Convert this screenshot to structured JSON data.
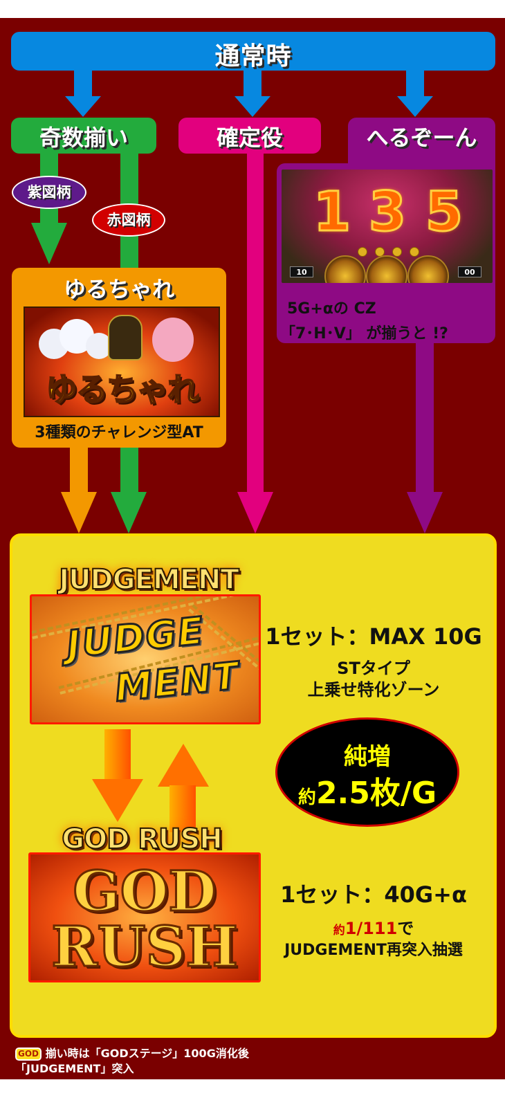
{
  "colors": {
    "background": "#7a0000",
    "normal": "#0788e0",
    "odd": "#23ab3d",
    "fixed": "#e2007e",
    "hell": "#8e0a84",
    "yuruchare": "#f39800",
    "main": "#efdc20",
    "main_border": "#ffdd00"
  },
  "normal": {
    "title": "通常時"
  },
  "categories": {
    "odd": {
      "title": "奇数揃い"
    },
    "fixed": {
      "title": "確定役"
    },
    "hell": {
      "title": "へるぞーん"
    }
  },
  "badges": {
    "purple": "紫図柄",
    "red": "赤図柄"
  },
  "hell_zone": {
    "reel": [
      "1",
      "3",
      "5"
    ],
    "counter_left": "10",
    "counter_right": "00",
    "line1": "5G+αの CZ",
    "line2": "「7･H･V」 が揃うと !?"
  },
  "yuruchare": {
    "title": "ゆるちゃれ",
    "logo": "ゆるちゃれ",
    "caption": "3種類のチャレンジ型AT"
  },
  "judgement": {
    "title": "JUDGEMENT",
    "logo_line1": "JUDGE",
    "logo_line2": "MENT",
    "set": "1セット：MAX 10G",
    "type": "STタイプ",
    "desc": "上乗せ特化ゾーン"
  },
  "net_gain": {
    "label": "純増",
    "prefix": "約",
    "value": "2.5枚/G"
  },
  "god_rush": {
    "title": "GOD RUSH",
    "logo_line1": "GOD",
    "logo_line2": "RUSH",
    "set": "1セット：40G+α",
    "prob_prefix": "約",
    "prob": "1/111",
    "prob_suffix": "で",
    "desc": "JUDGEMENT再突入抽選"
  },
  "footer": {
    "chip": "GOD",
    "line1": "揃い時は「GODステージ」100G消化後",
    "line2": "「JUDGEMENT」突入"
  }
}
